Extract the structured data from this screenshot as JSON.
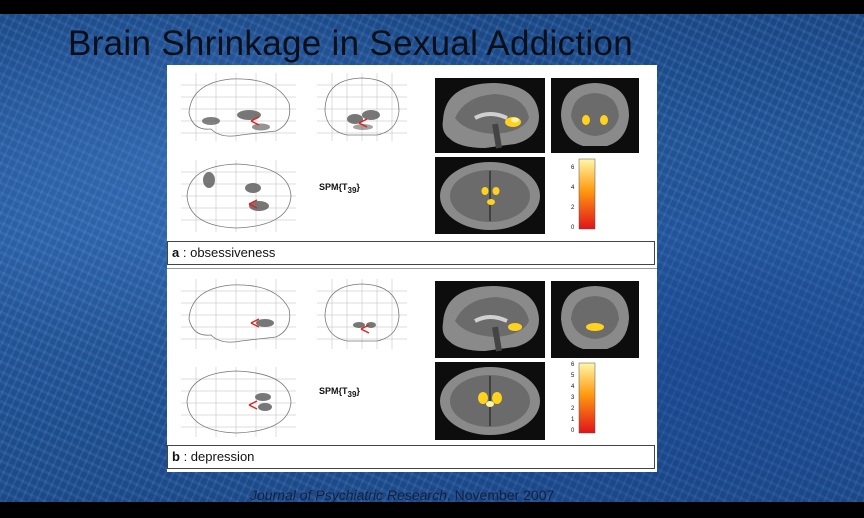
{
  "slide": {
    "title": "Brain Shrinkage in Sexual Addiction",
    "citation_journal": "Journal of Psychiatric Research",
    "citation_date": ", November 2007"
  },
  "figure": {
    "panel_a": {
      "letter": "a",
      "label": ": obsessiveness",
      "spm_label": "SPM{T",
      "spm_sub": "39",
      "spm_close": "}",
      "colorbar_ticks": [
        "6",
        "4",
        "2",
        "0"
      ]
    },
    "panel_b": {
      "letter": "b",
      "label": ": depression",
      "spm_label": "SPM{T",
      "spm_sub": "39",
      "spm_close": "}",
      "colorbar_ticks": [
        "6",
        "5",
        "4",
        "3",
        "2",
        "1",
        "0"
      ]
    }
  },
  "colors": {
    "slide_blue": "#2a63ad",
    "activation_yellow": "#ffd21e",
    "colorbar_low": "#e0141a",
    "colorbar_high": "#fff7a8"
  },
  "icons": [
    "glass-brain-sagittal",
    "glass-brain-coronal",
    "glass-brain-axial",
    "mri-sagittal",
    "mri-coronal",
    "mri-axial",
    "colorbar"
  ]
}
